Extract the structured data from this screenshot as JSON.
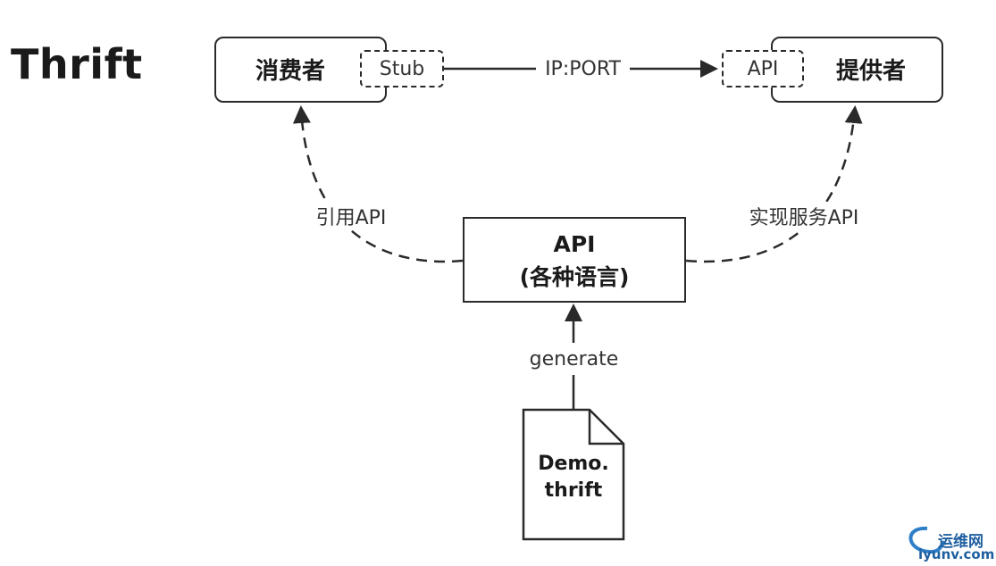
{
  "title": "Thrift",
  "consumer": {
    "label": "消费者",
    "stub_label": "Stub"
  },
  "provider": {
    "label": "提供者",
    "api_label": "API"
  },
  "connection": {
    "label": "IP:PORT"
  },
  "api_box": {
    "line1": "API",
    "line2": "(各种语言)"
  },
  "edges": {
    "reference": "引用API",
    "implement": "实现服务API",
    "generate": "generate"
  },
  "file": {
    "line1": "Demo.",
    "line2": "thrift"
  },
  "watermark": {
    "cn": "运维网",
    "en": "iyunv.com"
  }
}
